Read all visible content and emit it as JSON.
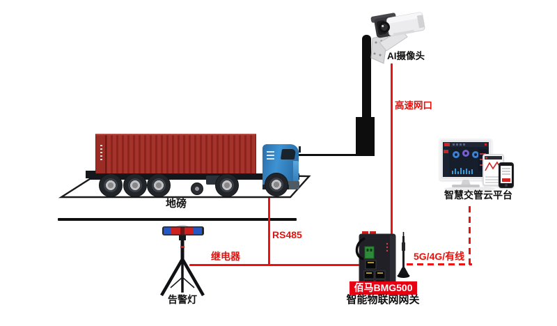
{
  "colors": {
    "red": "#e8120c",
    "line_red": "#ef1010",
    "black": "#111111",
    "badge_bg": "#e60012",
    "badge_text": "#ffffff",
    "container_red": "#a4332c",
    "cab_blue": "#3e93d3"
  },
  "nodes": {
    "camera": {
      "label": "AI摄像头"
    },
    "weighbridge": {
      "label": "地磅"
    },
    "warning_light": {
      "label": "告警灯"
    },
    "gateway": {
      "model": "佰马BMG500",
      "label": "智能物联网网关"
    },
    "cloud": {
      "label": "智慧交管云平台"
    }
  },
  "links": {
    "camera_gateway": {
      "label": "高速网口",
      "style": "solid-red"
    },
    "weighbridge_gateway": {
      "label": "RS485",
      "style": "solid-red"
    },
    "light_gateway": {
      "label": "继电器",
      "style": "solid-red"
    },
    "gateway_cloud": {
      "label": "5G/4G/有线",
      "style": "dashed-red"
    }
  }
}
